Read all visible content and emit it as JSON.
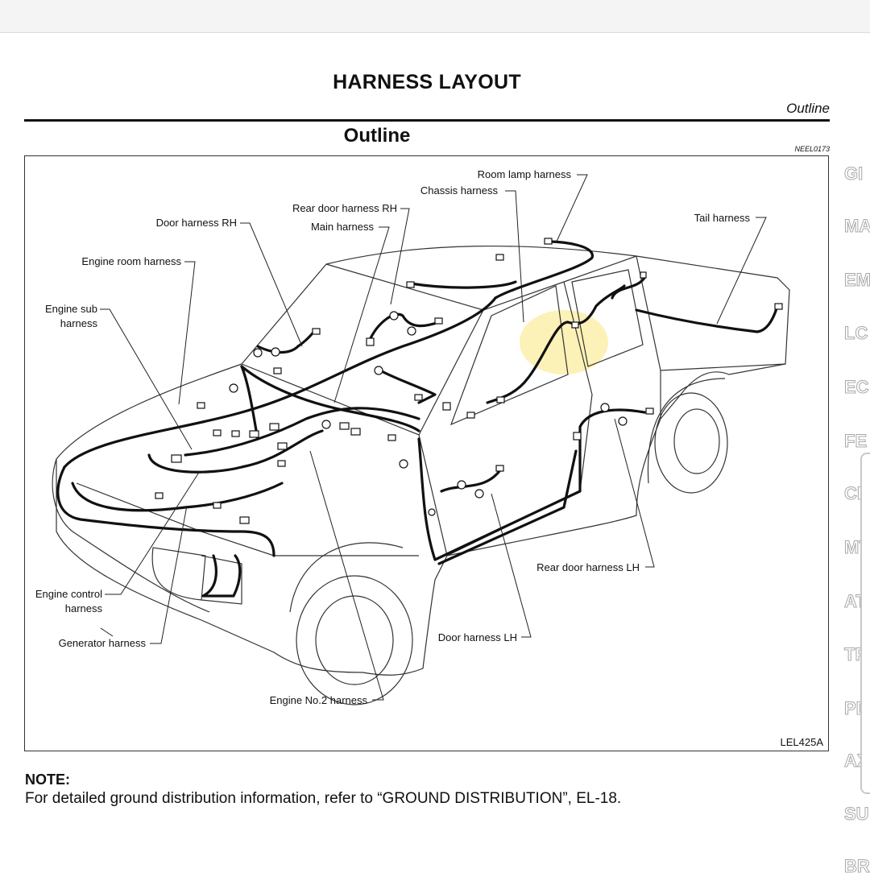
{
  "header": {
    "page_title": "HARNESS LAYOUT",
    "section_right": "Outline",
    "section_title": "Outline",
    "doc_code": "NEEL0173"
  },
  "figure": {
    "id": "LEL425A",
    "labels": {
      "room_lamp": "Room lamp harness",
      "chassis": "Chassis harness",
      "rear_door_rh": "Rear door harness RH",
      "main": "Main harness",
      "door_rh": "Door harness RH",
      "tail": "Tail harness",
      "engine_room": "Engine room harness",
      "engine_sub_1": "Engine sub",
      "engine_sub_2": "harness",
      "engine_control_1": "Engine control",
      "engine_control_2": "harness",
      "generator": "Generator harness",
      "engine_no2": "Engine No.2 harness",
      "door_lh": "Door harness LH",
      "rear_door_lh": "Rear door harness LH"
    },
    "highlight_color": "#fbeeaa"
  },
  "note": {
    "heading": "NOTE:",
    "text": "For detailed ground distribution information, refer to “GROUND DISTRIBUTION”, EL-18."
  },
  "side_tabs": [
    "GI",
    "MA",
    "EM",
    "LC",
    "EC",
    "FE",
    "CL",
    "MT",
    "AT",
    "TF",
    "PD",
    "AX",
    "SU",
    "BR"
  ]
}
